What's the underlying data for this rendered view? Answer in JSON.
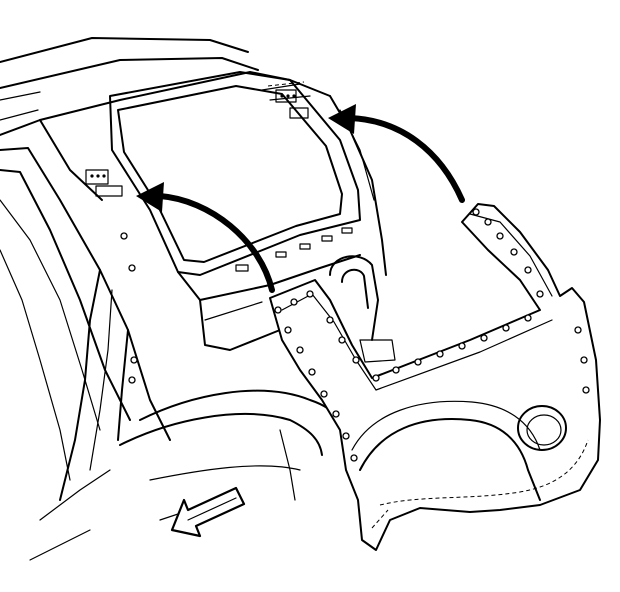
{
  "figure": {
    "subject": "",
    "colors": {
      "line": "#000000",
      "background": "#ffffff"
    },
    "arrows": [
      {
        "name": "install-arrow-front"
      },
      {
        "name": "install-arrow-rear"
      },
      {
        "name": "vehicle-front-direction-arrow"
      }
    ]
  }
}
